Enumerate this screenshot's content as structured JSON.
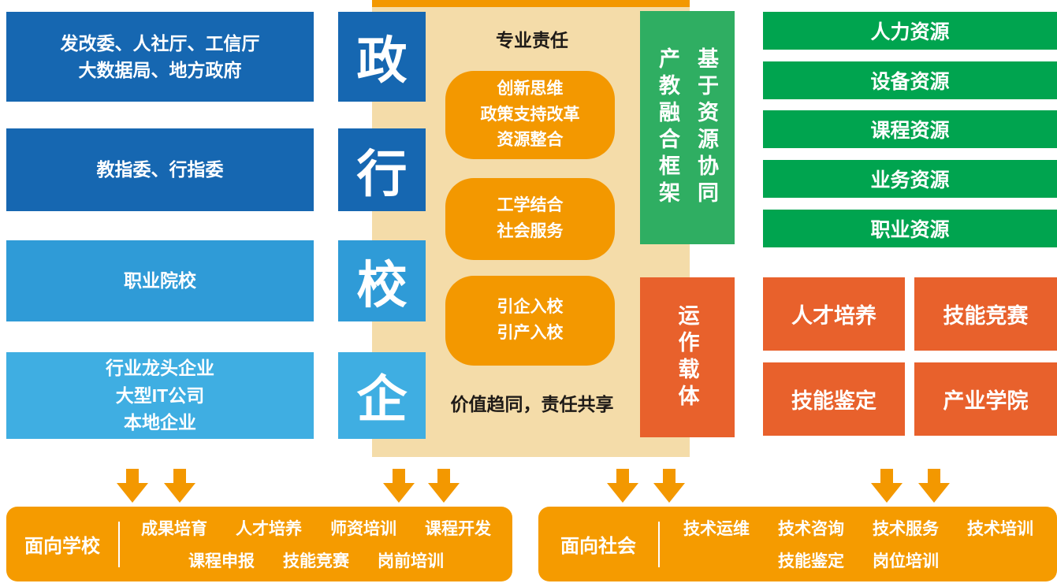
{
  "colors": {
    "dark_blue": "#1667B1",
    "medium_blue": "#2F9BD7",
    "light_blue": "#3FAEE2",
    "tan_panel": "#F4DCA9",
    "orange": "#F39800",
    "banner_orange": "#F59B00",
    "vermillion": "#E8612C",
    "green_vertical": "#2FAE62",
    "green_bar": "#00A44F"
  },
  "left_column": {
    "boxes": [
      {
        "label": "发改委、人社厅、工信厅\n大数据局、地方政府"
      },
      {
        "label": "教指委、行指委"
      },
      {
        "label": "职业院校"
      },
      {
        "label": "行业龙头企业\n大型IT公司\n本地企业"
      }
    ]
  },
  "letter_column": {
    "letters": [
      "政",
      "行",
      "校",
      "企"
    ]
  },
  "center_panel": {
    "top_label": "专业责任",
    "boxes": [
      {
        "label": "创新思维\n政策支持改革\n资源整合"
      },
      {
        "label": "工学结合\n社会服务"
      },
      {
        "label": "引企入校\n引产入校"
      }
    ],
    "bottom_label": "价值趋同，责任共享"
  },
  "framework_box": {
    "col_left": "产教融合框架",
    "col_right": "基于资源协同"
  },
  "carrier_box": {
    "label": "运作载体"
  },
  "resource_bars": [
    {
      "label": "人力资源"
    },
    {
      "label": "设备资源"
    },
    {
      "label": "课程资源"
    },
    {
      "label": "业务资源"
    },
    {
      "label": "职业资源"
    }
  ],
  "outcome_grid": [
    {
      "label": "人才培养"
    },
    {
      "label": "技能竞赛"
    },
    {
      "label": "技能鉴定"
    },
    {
      "label": "产业学院"
    }
  ],
  "banners": {
    "school": {
      "title": "面向学校",
      "row1": [
        "成果培育",
        "人才培养",
        "师资培训",
        "课程开发"
      ],
      "row2": [
        "课程申报",
        "技能竞赛",
        "岗前培训"
      ]
    },
    "society": {
      "title": "面向社会",
      "row1": [
        "技术运维",
        "技术咨询",
        "技术服务",
        "技术培训"
      ],
      "row2": [
        "技能鉴定",
        "岗位培训"
      ]
    }
  }
}
